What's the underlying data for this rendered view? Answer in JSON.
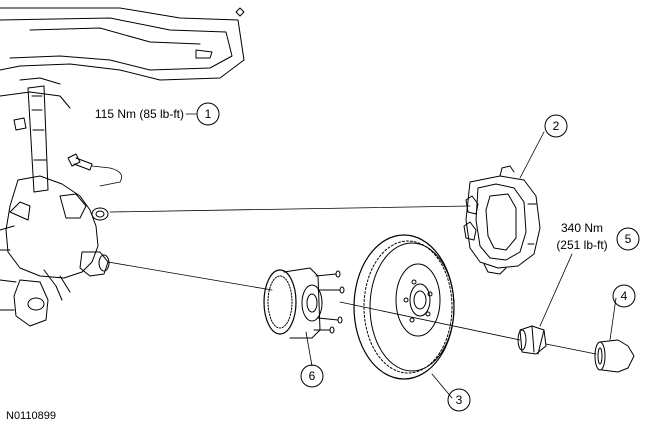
{
  "figure_id": "N0110899",
  "callouts": [
    {
      "number": "1",
      "label_lines": [
        "115 Nm (85 lb-ft)"
      ]
    },
    {
      "number": "2",
      "label_lines": []
    },
    {
      "number": "3",
      "label_lines": []
    },
    {
      "number": "4",
      "label_lines": []
    },
    {
      "number": "5",
      "label_lines": [
        "340 Nm",
        "(251 lb-ft)"
      ]
    },
    {
      "number": "6",
      "label_lines": []
    }
  ],
  "components": [
    {
      "id": "knuckle",
      "icon": "steering-knuckle-icon"
    },
    {
      "id": "bolt",
      "icon": "caliper-bracket-bolt-icon"
    },
    {
      "id": "caliper",
      "icon": "brake-caliper-icon"
    },
    {
      "id": "rotor",
      "icon": "brake-rotor-icon"
    },
    {
      "id": "nut",
      "icon": "hub-nut-icon"
    },
    {
      "id": "cap",
      "icon": "dust-cap-icon"
    },
    {
      "id": "hub",
      "icon": "wheel-hub-bearing-icon"
    }
  ],
  "colors": {
    "line": "#000000",
    "background": "#ffffff"
  }
}
